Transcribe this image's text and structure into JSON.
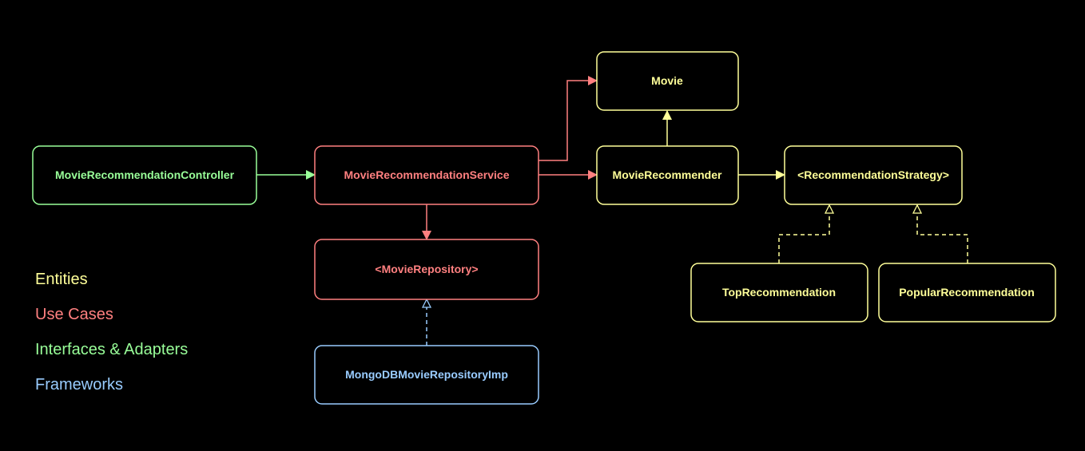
{
  "colors": {
    "entities": "#ffff99",
    "use_cases": "#ff8080",
    "interfaces_adapters": "#99ff99",
    "frameworks": "#99ccff",
    "background": "#000000"
  },
  "nodes": {
    "controller": {
      "label": "MovieRecommendationController",
      "layer": "interfaces_adapters"
    },
    "service": {
      "label": "MovieRecommendationService",
      "layer": "use_cases"
    },
    "repository": {
      "label": "<MovieRepository>",
      "layer": "use_cases"
    },
    "mongo_repo": {
      "label": "MongoDBMovieRepositoryImp",
      "layer": "frameworks"
    },
    "movie": {
      "label": "Movie",
      "layer": "entities"
    },
    "recommender": {
      "label": "MovieRecommender",
      "layer": "entities"
    },
    "strategy": {
      "label": "<RecommendationStrategy>",
      "layer": "entities"
    },
    "top": {
      "label": "TopRecommendation",
      "layer": "entities"
    },
    "popular": {
      "label": "PopularRecommendation",
      "layer": "entities"
    }
  },
  "edges": [
    {
      "from": "controller",
      "to": "service",
      "style": "association"
    },
    {
      "from": "service",
      "to": "movie",
      "style": "association"
    },
    {
      "from": "service",
      "to": "recommender",
      "style": "association"
    },
    {
      "from": "service",
      "to": "repository",
      "style": "association"
    },
    {
      "from": "recommender",
      "to": "movie",
      "style": "association"
    },
    {
      "from": "recommender",
      "to": "strategy",
      "style": "association"
    },
    {
      "from": "mongo_repo",
      "to": "repository",
      "style": "realization"
    },
    {
      "from": "top",
      "to": "strategy",
      "style": "realization"
    },
    {
      "from": "popular",
      "to": "strategy",
      "style": "realization"
    }
  ],
  "legend": {
    "entities": "Entities",
    "use_cases": "Use Cases",
    "interfaces_adapters": "Interfaces & Adapters",
    "frameworks": "Frameworks"
  }
}
